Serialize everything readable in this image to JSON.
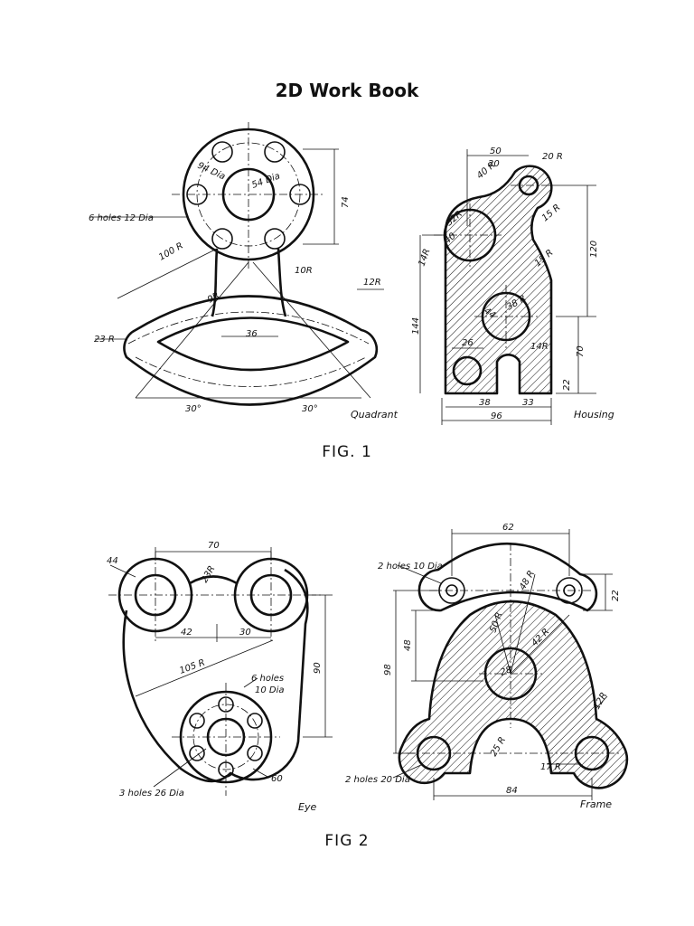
{
  "page_title": "2D Work Book",
  "fig1": {
    "caption": "FIG. 1",
    "quadrant": {
      "name": "Quadrant",
      "labels": [
        "94 Dia",
        "54 Dia",
        "74",
        "6 holes 12 Dia",
        "100 R",
        "10R",
        "12R",
        "9R",
        "23 R",
        "36",
        "30°",
        "30°"
      ]
    },
    "housing": {
      "name": "Housing",
      "labels": [
        "50",
        "20",
        "20 R",
        "40 R",
        "15 R",
        "32R",
        "40",
        "14R",
        "120",
        "15 R",
        "144",
        "44",
        "38 R",
        "26",
        "14R",
        "70",
        "22",
        "38",
        "33",
        "96"
      ]
    }
  },
  "fig2": {
    "caption": "FIG 2",
    "eye": {
      "name": "Eye",
      "labels": [
        "70",
        "44",
        "23R",
        "42",
        "30",
        "105 R",
        "90",
        "6 holes",
        "10 Dia",
        "3 holes 26 Dia",
        "60"
      ]
    },
    "frame": {
      "name": "Frame",
      "labels": [
        "62",
        "2 holes 10 Dia",
        "48 R",
        "22",
        "50 R",
        "42 R",
        "98",
        "48",
        "28",
        "12R",
        "25 R",
        "17 R",
        "2 holes 20 Dia",
        "84"
      ]
    }
  }
}
